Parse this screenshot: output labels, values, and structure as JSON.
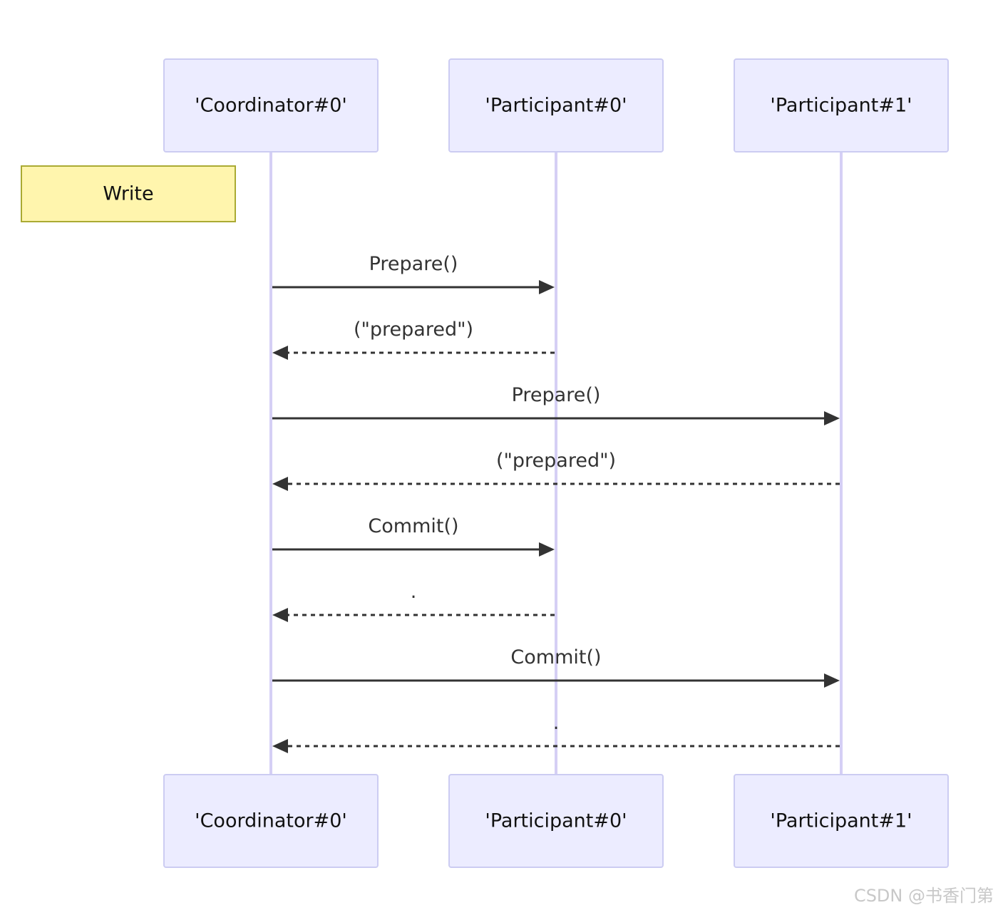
{
  "diagram": {
    "actors": [
      {
        "id": "coordinator0",
        "label": "'Coordinator#0'"
      },
      {
        "id": "participant0",
        "label": "'Participant#0'"
      },
      {
        "id": "participant1",
        "label": "'Participant#1'"
      }
    ],
    "note": {
      "text": "Write",
      "anchor": "coordinator0",
      "side": "left"
    },
    "messages": [
      {
        "from": "coordinator0",
        "to": "participant0",
        "label": "Prepare()",
        "style": "solid"
      },
      {
        "from": "participant0",
        "to": "coordinator0",
        "label": "(\"prepared\")",
        "style": "dashed"
      },
      {
        "from": "coordinator0",
        "to": "participant1",
        "label": "Prepare()",
        "style": "solid"
      },
      {
        "from": "participant1",
        "to": "coordinator0",
        "label": "(\"prepared\")",
        "style": "dashed"
      },
      {
        "from": "coordinator0",
        "to": "participant0",
        "label": "Commit()",
        "style": "solid"
      },
      {
        "from": "participant0",
        "to": "coordinator0",
        "label": ".",
        "style": "dashed"
      },
      {
        "from": "coordinator0",
        "to": "participant1",
        "label": "Commit()",
        "style": "solid"
      },
      {
        "from": "participant1",
        "to": "coordinator0",
        "label": ".",
        "style": "dashed"
      }
    ],
    "colors": {
      "actor_fill": "#ececff",
      "actor_border": "#ccccf2",
      "lifeline": "#d5cff5",
      "note_fill": "#fff5ad",
      "note_border": "#aaaa33",
      "message": "#333333"
    }
  },
  "watermark": "CSDN @书香门第"
}
